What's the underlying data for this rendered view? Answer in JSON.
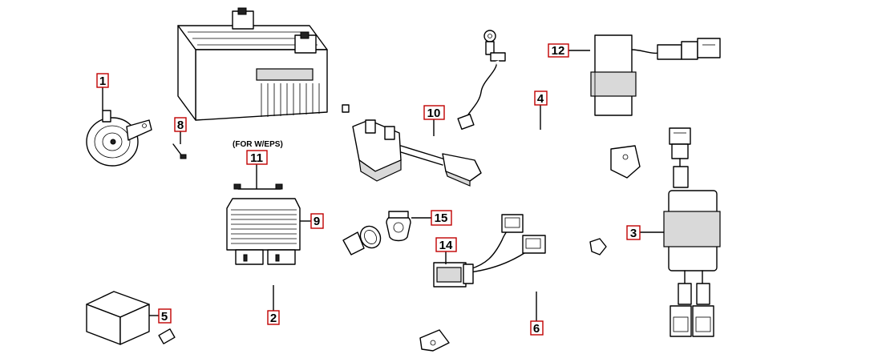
{
  "note": "(FOR W/EPS)",
  "callouts": {
    "c1": "1",
    "c2": "2",
    "c3": "3",
    "c4": "4",
    "c5": "5",
    "c6": "6",
    "c8": "8",
    "c9": "9",
    "c10": "10",
    "c11": "11",
    "c12": "12",
    "c14": "14",
    "c15": "15"
  },
  "colors": {
    "callout_border": "#c00000",
    "ink": "#000000"
  }
}
